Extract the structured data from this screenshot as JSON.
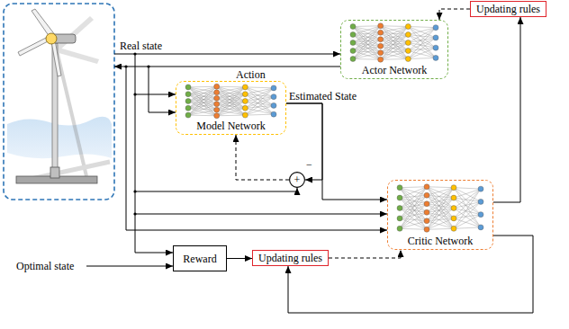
{
  "diagram": {
    "nodes": [
      {
        "text": [
          "Updating rules"
        ]
      },
      {
        "text": [
          "Actor Network"
        ]
      },
      {
        "text": [
          "Model Network"
        ]
      },
      {
        "text": [
          "−",
          "+"
        ]
      },
      {
        "text": [
          "Critic Network"
        ]
      },
      {
        "text": [
          "Reward"
        ]
      },
      {
        "text": [
          "Updating rules"
        ]
      }
    ],
    "edges": [
      {
        "from": 4,
        "to": 0,
        "arrow": "to"
      },
      {
        "from": 0,
        "to": 1,
        "arrow": "to"
      },
      {
        "from": 2,
        "to": 4,
        "label": "Estimated State",
        "arrow": "to"
      },
      {
        "from": 2,
        "to": 3,
        "arrow": "to"
      },
      {
        "from": 3,
        "to": 2,
        "arrow": "to"
      },
      {
        "from": 5,
        "to": 6,
        "arrow": "to"
      },
      {
        "from": 6,
        "to": 4,
        "arrow": "to"
      },
      {
        "from": 4,
        "to": 6,
        "arrow": "to"
      }
    ],
    "labels": [
      "Real state",
      "Action",
      "Optimal state"
    ]
  }
}
